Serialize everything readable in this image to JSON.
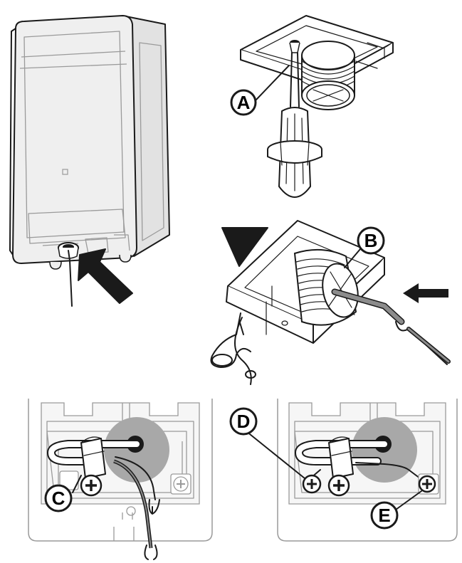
{
  "callouts": {
    "a": "A",
    "b": "B",
    "c": "C",
    "d": "D",
    "e": "E"
  },
  "colors": {
    "line": "#1a1a1a",
    "housing_fill": "#ededed",
    "grommet_gray": "#a8a8a8",
    "wire_gray": "#8c8c8c"
  }
}
